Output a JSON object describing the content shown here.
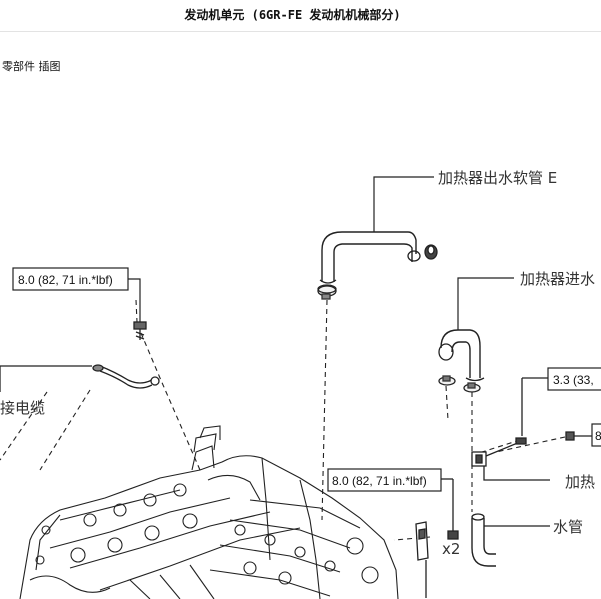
{
  "header": {
    "title": "发动机单元 (6GR-FE 发动机机械部分)",
    "section_label": "零部件 插图"
  },
  "diagram": {
    "labels": {
      "heater_outlet_hose": "加热器出水软管 E",
      "heater_inlet": "加热器进水",
      "cable": "接电缆",
      "heater_bracket": "加热",
      "water_pipe": "水管"
    },
    "torque_specs": {
      "left": "8.0 (82, 71 in.*lbf)",
      "right_top": "3.3 (33,",
      "center": "8.0 (82, 71 in.*lbf)",
      "right_small": "8"
    },
    "quantity_mark": "x2"
  }
}
